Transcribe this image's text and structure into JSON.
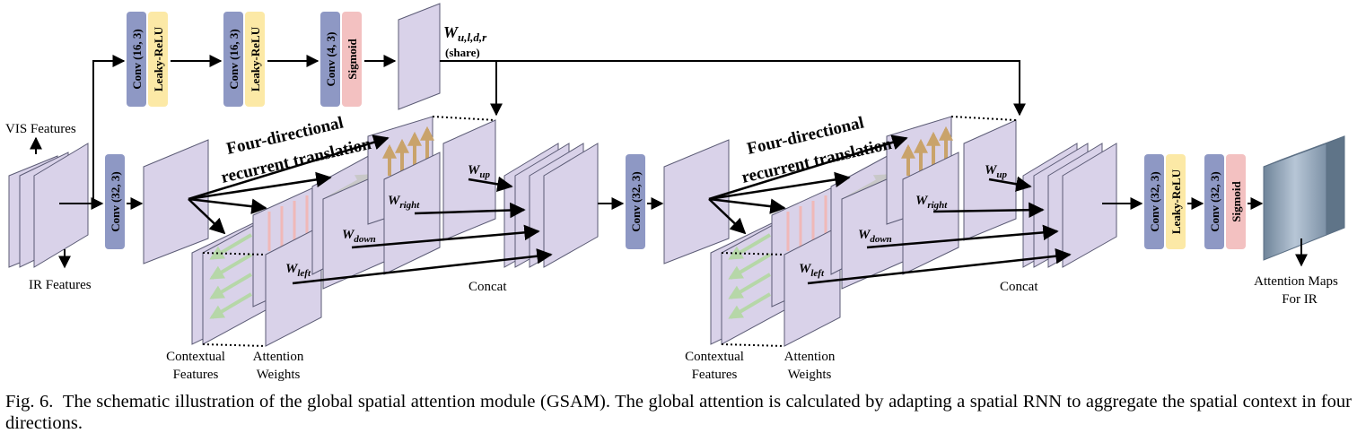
{
  "figure": {
    "colors": {
      "plane": "#d9d2e9",
      "plane_edge": "#5b5b75",
      "conv": "#8e98c4",
      "relu": "#fce9a6",
      "sigmoid": "#f3c1c1",
      "green_arrow": "#b6d7a8",
      "pink_arrow": "#f0b8b8",
      "gray_arrow": "#c8c8c8",
      "gold_arrow": "#c9a36b",
      "output_map": "#8fa3b8"
    },
    "labels": {
      "vis_features": "VIS Features",
      "ir_features": "IR Features",
      "w_share_main": "W",
      "w_share_sub": "u,l,d,r",
      "share": "(share)",
      "four_dir_line1": "Four-directional",
      "four_dir_line2": "recurrent translation",
      "contextual_line1": "Contextual",
      "contextual_line2": "Features",
      "attention_line1": "Attention",
      "attention_line2": "Weights",
      "concat": "Concat",
      "w_main": "W",
      "w_up": "up",
      "w_right": "right",
      "w_down": "down",
      "w_left": "left",
      "attention_maps_line1": "Attention Maps",
      "attention_maps_line2": "For IR"
    },
    "blocks": {
      "conv16": "Conv (16, 3)",
      "conv4": "Conv (4, 3)",
      "conv32": "Conv (32, 3)",
      "leaky": "Leaky-ReLU",
      "sigmoid": "Sigmoid"
    }
  },
  "caption": {
    "prefix": "Fig. 6.",
    "text": "The schematic illustration of the global spatial attention module (GSAM). The global attention is calculated by adapting a spatial RNN to aggregate the spatial context in four directions."
  }
}
